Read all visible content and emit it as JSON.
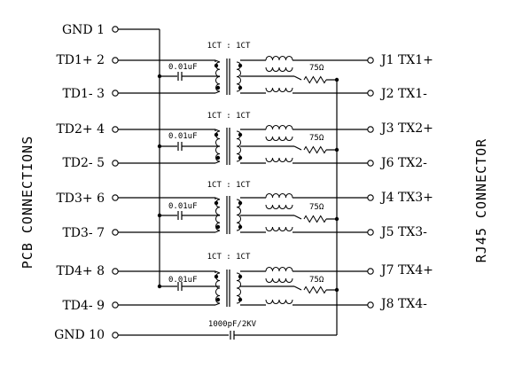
{
  "side_labels": {
    "left": "PCB CONNECTIONS",
    "right": "RJ45 CONNECTOR"
  },
  "left_pins": [
    {
      "label": "GND 1"
    },
    {
      "label": "TD1+ 2"
    },
    {
      "label": "TD1- 3"
    },
    {
      "label": "TD2+ 4"
    },
    {
      "label": "TD2- 5"
    },
    {
      "label": "TD3+ 6"
    },
    {
      "label": "TD3- 7"
    },
    {
      "label": "TD4+ 8"
    },
    {
      "label": "TD4- 9"
    },
    {
      "label": "GND 10"
    }
  ],
  "right_pins": [
    {
      "label": "J1 TX1+"
    },
    {
      "label": "J2 TX1-"
    },
    {
      "label": "J3 TX2+"
    },
    {
      "label": "J6 TX2-"
    },
    {
      "label": "J4 TX3+"
    },
    {
      "label": "J5 TX3-"
    },
    {
      "label": "J7 TX4+"
    },
    {
      "label": "J8 TX4-"
    }
  ],
  "channels": [
    {
      "ratio": "1CT : 1CT",
      "cap": "0.01uF",
      "res": "75Ω"
    },
    {
      "ratio": "1CT : 1CT",
      "cap": "0.01uF",
      "res": "75Ω"
    },
    {
      "ratio": "1CT : 1CT",
      "cap": "0.01uF",
      "res": "75Ω"
    },
    {
      "ratio": "1CT : 1CT",
      "cap": "0.01uF",
      "res": "75Ω"
    }
  ],
  "bottom_cap": "1000pF/2KV"
}
